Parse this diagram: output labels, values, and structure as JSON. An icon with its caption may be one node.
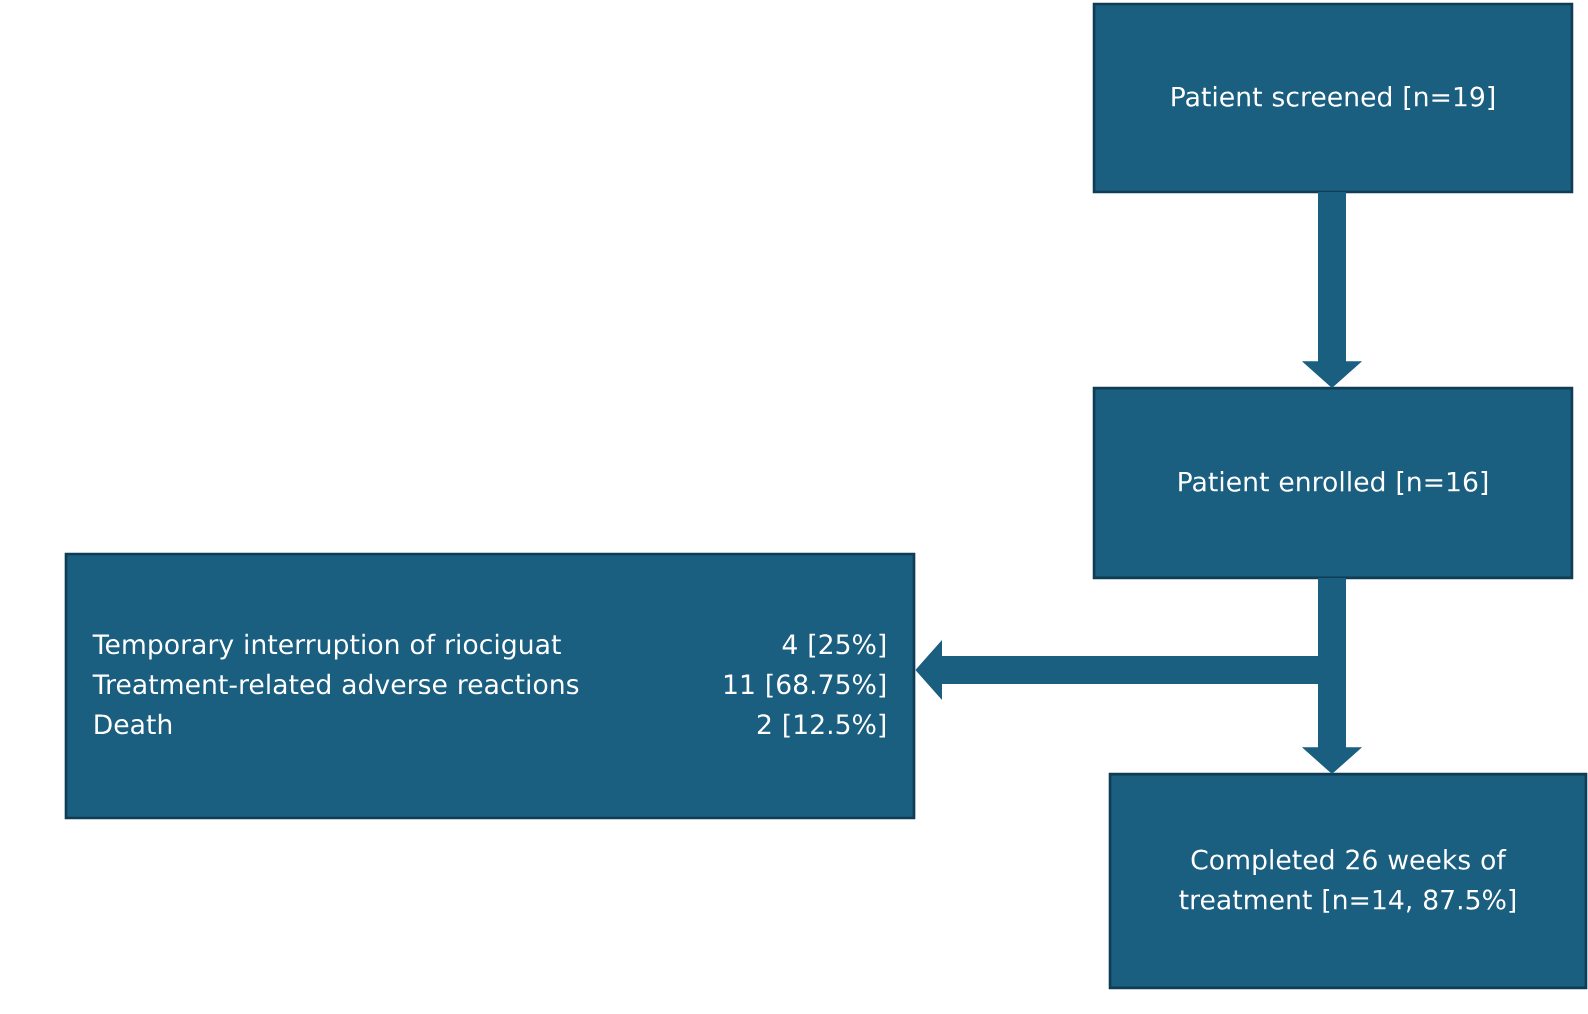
{
  "diagram": {
    "nodes": [
      {
        "text": [
          "Patient screened [n=19]"
        ]
      },
      {
        "text": [
          "Patient enrolled [n=16]"
        ]
      },
      {
        "text": [
          "Temporary interruption of riociguat",
          "4 [25%]",
          "Treatment-related adverse reactions",
          "11 [68.75%]",
          "Death",
          "2 [12.5%]"
        ]
      },
      {
        "text": [
          "Completed 26 weeks of treatment [n=14, 87.5%]"
        ]
      }
    ],
    "edges": [
      {
        "from": 0,
        "to": 1,
        "arrow": "to"
      },
      {
        "from": 1,
        "to": 2,
        "arrow": "to"
      },
      {
        "from": 1,
        "to": 3,
        "arrow": "to"
      }
    ]
  }
}
